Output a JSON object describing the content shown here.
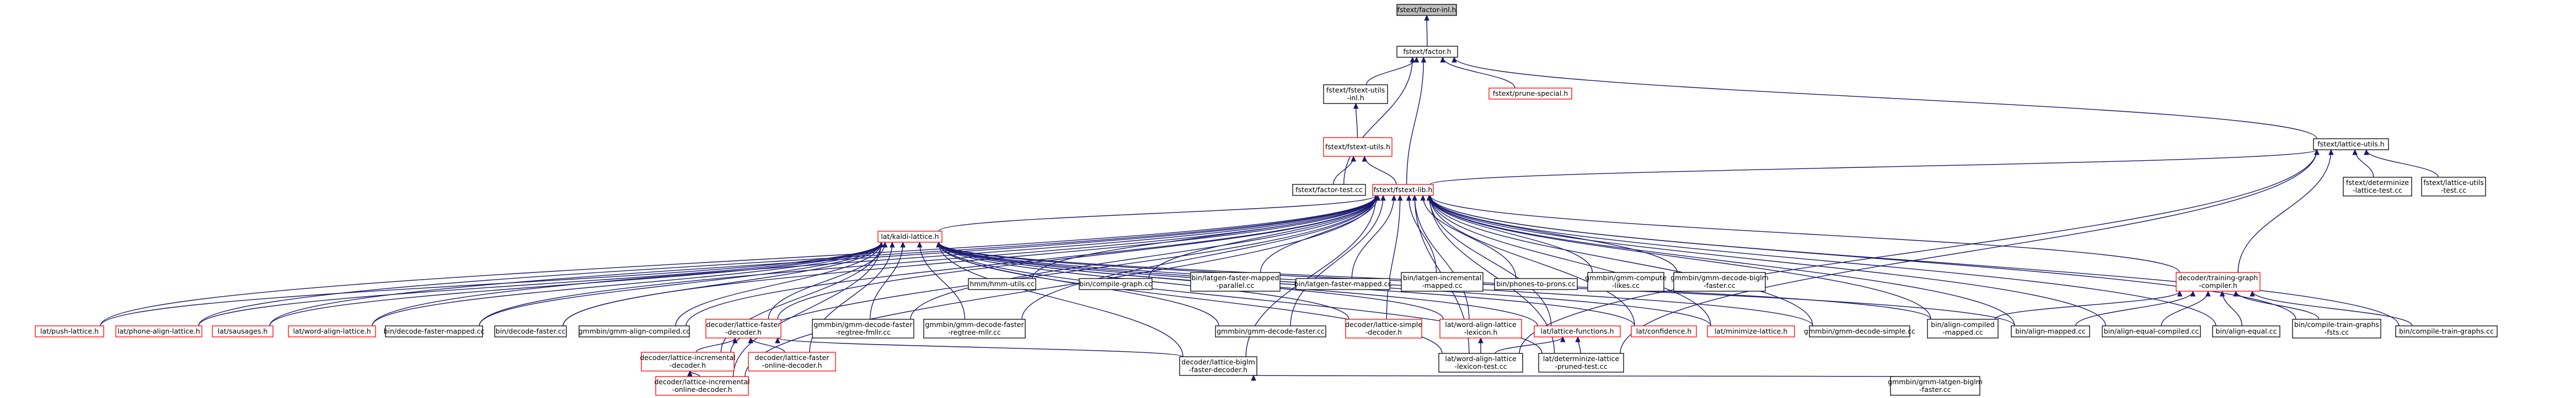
{
  "colors": {
    "edge": "#191970",
    "box_normal": "#000000",
    "box_highlight": "#ff0000",
    "fill_root": "#bfbfbf",
    "fill_default": "#ffffff"
  },
  "nodes": {
    "factor_inl_h": {
      "lines": [
        "fstext/factor-inl.h"
      ],
      "style": "root"
    },
    "factor_h": {
      "lines": [
        "fstext/factor.h"
      ],
      "style": "normal"
    },
    "fstext_utils_inl_h": {
      "lines": [
        "fstext/fstext-utils",
        "-inl.h"
      ],
      "style": "normal"
    },
    "prune_special_h": {
      "lines": [
        "fstext/prune-special.h"
      ],
      "style": "red"
    },
    "fstext_utils_h": {
      "lines": [
        "fstext/fstext-utils.h"
      ],
      "style": "red"
    },
    "factor_test_cc": {
      "lines": [
        "fstext/factor-test.cc"
      ],
      "style": "normal"
    },
    "fstext_lib_h": {
      "lines": [
        "fstext/fstext-lib.h"
      ],
      "style": "red"
    },
    "lattice_utils_h": {
      "lines": [
        "fstext/lattice-utils.h"
      ],
      "style": "normal"
    },
    "determinize_lattice_test_cc": {
      "lines": [
        "fstext/determinize",
        "-lattice-test.cc"
      ],
      "style": "normal"
    },
    "lattice_utils_test_cc": {
      "lines": [
        "fstext/lattice-utils",
        "-test.cc"
      ],
      "style": "normal"
    },
    "kaldi_lattice_h": {
      "lines": [
        "lat/kaldi-lattice.h"
      ],
      "style": "red"
    },
    "hmm_utils_cc": {
      "lines": [
        "hmm/hmm-utils.cc"
      ],
      "style": "normal"
    },
    "compile_graph_cc": {
      "lines": [
        "bin/compile-graph.cc"
      ],
      "style": "normal"
    },
    "latgen_faster_mapped_parallel_cc": {
      "lines": [
        "bin/latgen-faster-mapped",
        "-parallel.cc"
      ],
      "style": "normal"
    },
    "latgen_faster_mapped_cc": {
      "lines": [
        "bin/latgen-faster-mapped.cc"
      ],
      "style": "normal"
    },
    "latgen_incremental_mapped_cc": {
      "lines": [
        "bin/latgen-incremental",
        "-mapped.cc"
      ],
      "style": "normal"
    },
    "phones_to_prons_cc": {
      "lines": [
        "bin/phones-to-prons.cc"
      ],
      "style": "normal"
    },
    "gmm_compute_likes_cc": {
      "lines": [
        "gmmbin/gmm-compute",
        "-likes.cc"
      ],
      "style": "normal"
    },
    "gmm_decode_biglm_faster_cc": {
      "lines": [
        "gmmbin/gmm-decode-biglm",
        "-faster.cc"
      ],
      "style": "normal"
    },
    "training_graph_compiler_h": {
      "lines": [
        "decoder/training-graph",
        "-compiler.h"
      ],
      "style": "red"
    },
    "push_lattice_h": {
      "lines": [
        "lat/push-lattice.h"
      ],
      "style": "red"
    },
    "phone_align_lattice_h": {
      "lines": [
        "lat/phone-align-lattice.h"
      ],
      "style": "red"
    },
    "sausages_h": {
      "lines": [
        "lat/sausages.h"
      ],
      "style": "red"
    },
    "word_align_lattice_h": {
      "lines": [
        "lat/word-align-lattice.h"
      ],
      "style": "red"
    },
    "decode_faster_mapped_cc": {
      "lines": [
        "bin/decode-faster-mapped.cc"
      ],
      "style": "normal"
    },
    "decode_faster_cc": {
      "lines": [
        "bin/decode-faster.cc"
      ],
      "style": "normal"
    },
    "gmm_align_compiled_cc": {
      "lines": [
        "gmmbin/gmm-align-compiled.cc"
      ],
      "style": "normal"
    },
    "lattice_faster_decoder_h": {
      "lines": [
        "decoder/lattice-faster",
        "-decoder.h"
      ],
      "style": "red"
    },
    "gmm_decode_faster_regtree_fmllr_cc": {
      "lines": [
        "gmmbin/gmm-decode-faster",
        "-regtree-fmllr.cc"
      ],
      "style": "normal"
    },
    "gmm_decode_faster_regtree_mllr_cc": {
      "lines": [
        "gmmbin/gmm-decode-faster",
        "-regtree-mllr.cc"
      ],
      "style": "normal"
    },
    "gmm_decode_faster_cc": {
      "lines": [
        "gmmbin/gmm-decode-faster.cc"
      ],
      "style": "normal"
    },
    "lattice_simple_decoder_h": {
      "lines": [
        "decoder/lattice-simple",
        "-decoder.h"
      ],
      "style": "red"
    },
    "word_align_lattice_lexicon_h": {
      "lines": [
        "lat/word-align-lattice",
        "-lexicon.h"
      ],
      "style": "red"
    },
    "lattice_functions_h": {
      "lines": [
        "lat/lattice-functions.h"
      ],
      "style": "red"
    },
    "confidence_h": {
      "lines": [
        "lat/confidence.h"
      ],
      "style": "red"
    },
    "minimize_lattice_h": {
      "lines": [
        "lat/minimize-lattice.h"
      ],
      "style": "red"
    },
    "gmm_decode_simple_cc": {
      "lines": [
        "gmmbin/gmm-decode-simple.cc"
      ],
      "style": "normal"
    },
    "align_compiled_mapped_cc": {
      "lines": [
        "bin/align-compiled",
        "-mapped.cc"
      ],
      "style": "normal"
    },
    "align_mapped_cc": {
      "lines": [
        "bin/align-mapped.cc"
      ],
      "style": "normal"
    },
    "align_equal_compiled_cc": {
      "lines": [
        "bin/align-equal-compiled.cc"
      ],
      "style": "normal"
    },
    "align_equal_cc": {
      "lines": [
        "bin/align-equal.cc"
      ],
      "style": "normal"
    },
    "compile_train_graphs_fsts_cc": {
      "lines": [
        "bin/compile-train-graphs",
        "-fsts.cc"
      ],
      "style": "normal"
    },
    "compile_train_graphs_cc": {
      "lines": [
        "bin/compile-train-graphs.cc"
      ],
      "style": "normal"
    },
    "lattice_incremental_decoder_h": {
      "lines": [
        "decoder/lattice-incremental",
        "-decoder.h"
      ],
      "style": "red"
    },
    "lattice_faster_online_decoder_h": {
      "lines": [
        "decoder/lattice-faster",
        "-online-decoder.h"
      ],
      "style": "red"
    },
    "lattice_biglm_faster_decoder_h": {
      "lines": [
        "decoder/lattice-biglm",
        "-faster-decoder.h"
      ],
      "style": "normal"
    },
    "word_align_lattice_lexicon_test_cc": {
      "lines": [
        "lat/word-align-lattice",
        "-lexicon-test.cc"
      ],
      "style": "normal"
    },
    "determinize_lattice_pruned_test_cc": {
      "lines": [
        "lat/determinize-lattice",
        "-pruned-test.cc"
      ],
      "style": "normal"
    },
    "lattice_incremental_online_decoder_h": {
      "lines": [
        "decoder/lattice-incremental",
        "-online-decoder.h"
      ],
      "style": "red"
    },
    "gmm_latgen_biglm_faster_cc": {
      "lines": [
        "gmmbin/gmm-latgen-biglm",
        "-faster.cc"
      ],
      "style": "normal"
    }
  },
  "edges": [
    [
      "factor_h",
      "factor_inl_h"
    ],
    [
      "fstext_utils_inl_h",
      "factor_h"
    ],
    [
      "prune_special_h",
      "factor_h"
    ],
    [
      "factor_test_cc",
      "factor_h"
    ],
    [
      "fstext_lib_h",
      "factor_h"
    ],
    [
      "lattice_utils_h",
      "factor_h"
    ],
    [
      "fstext_utils_h",
      "fstext_utils_inl_h"
    ],
    [
      "fstext_lib_h",
      "fstext_utils_h"
    ],
    [
      "factor_test_cc",
      "fstext_utils_h"
    ],
    [
      "fstext_lib_h",
      "lattice_utils_h"
    ],
    [
      "determinize_lattice_test_cc",
      "lattice_utils_h"
    ],
    [
      "lattice_utils_test_cc",
      "lattice_utils_h"
    ],
    [
      "kaldi_lattice_h",
      "fstext_lib_h"
    ],
    [
      "hmm_utils_cc",
      "fstext_lib_h"
    ],
    [
      "compile_graph_cc",
      "fstext_lib_h"
    ],
    [
      "latgen_faster_mapped_parallel_cc",
      "fstext_lib_h"
    ],
    [
      "latgen_faster_mapped_cc",
      "fstext_lib_h"
    ],
    [
      "latgen_incremental_mapped_cc",
      "fstext_lib_h"
    ],
    [
      "phones_to_prons_cc",
      "fstext_lib_h"
    ],
    [
      "gmm_compute_likes_cc",
      "fstext_lib_h"
    ],
    [
      "gmm_decode_biglm_faster_cc",
      "fstext_lib_h"
    ],
    [
      "training_graph_compiler_h",
      "fstext_lib_h"
    ],
    [
      "push_lattice_h",
      "fstext_lib_h"
    ],
    [
      "phone_align_lattice_h",
      "fstext_lib_h"
    ],
    [
      "sausages_h",
      "fstext_lib_h"
    ],
    [
      "word_align_lattice_h",
      "fstext_lib_h"
    ],
    [
      "decode_faster_mapped_cc",
      "fstext_lib_h"
    ],
    [
      "decode_faster_cc",
      "fstext_lib_h"
    ],
    [
      "gmm_align_compiled_cc",
      "fstext_lib_h"
    ],
    [
      "lattice_faster_decoder_h",
      "fstext_lib_h"
    ],
    [
      "gmm_decode_faster_regtree_fmllr_cc",
      "fstext_lib_h"
    ],
    [
      "gmm_decode_faster_regtree_mllr_cc",
      "fstext_lib_h"
    ],
    [
      "gmm_decode_faster_cc",
      "fstext_lib_h"
    ],
    [
      "lattice_simple_decoder_h",
      "fstext_lib_h"
    ],
    [
      "word_align_lattice_lexicon_h",
      "fstext_lib_h"
    ],
    [
      "lattice_functions_h",
      "fstext_lib_h"
    ],
    [
      "confidence_h",
      "fstext_lib_h"
    ],
    [
      "minimize_lattice_h",
      "fstext_lib_h"
    ],
    [
      "gmm_decode_simple_cc",
      "fstext_lib_h"
    ],
    [
      "align_compiled_mapped_cc",
      "fstext_lib_h"
    ],
    [
      "align_mapped_cc",
      "fstext_lib_h"
    ],
    [
      "align_equal_compiled_cc",
      "fstext_lib_h"
    ],
    [
      "align_equal_cc",
      "fstext_lib_h"
    ],
    [
      "compile_train_graphs_fsts_cc",
      "fstext_lib_h"
    ],
    [
      "compile_train_graphs_cc",
      "fstext_lib_h"
    ],
    [
      "lattice_incremental_decoder_h",
      "fstext_lib_h"
    ],
    [
      "lattice_biglm_faster_decoder_h",
      "fstext_lib_h"
    ],
    [
      "word_align_lattice_lexicon_test_cc",
      "fstext_lib_h"
    ],
    [
      "determinize_lattice_pruned_test_cc",
      "fstext_lib_h"
    ],
    [
      "lattice_incremental_online_decoder_h",
      "fstext_lib_h"
    ],
    [
      "training_graph_compiler_h",
      "lattice_utils_h"
    ],
    [
      "word_align_lattice_lexicon_test_cc",
      "lattice_utils_h"
    ],
    [
      "determinize_lattice_pruned_test_cc",
      "lattice_utils_h"
    ],
    [
      "push_lattice_h",
      "kaldi_lattice_h"
    ],
    [
      "phone_align_lattice_h",
      "kaldi_lattice_h"
    ],
    [
      "sausages_h",
      "kaldi_lattice_h"
    ],
    [
      "word_align_lattice_h",
      "kaldi_lattice_h"
    ],
    [
      "decode_faster_mapped_cc",
      "kaldi_lattice_h"
    ],
    [
      "decode_faster_cc",
      "kaldi_lattice_h"
    ],
    [
      "gmm_align_compiled_cc",
      "kaldi_lattice_h"
    ],
    [
      "lattice_faster_decoder_h",
      "kaldi_lattice_h"
    ],
    [
      "gmm_decode_faster_regtree_fmllr_cc",
      "kaldi_lattice_h"
    ],
    [
      "gmm_decode_faster_regtree_mllr_cc",
      "kaldi_lattice_h"
    ],
    [
      "gmm_decode_faster_cc",
      "kaldi_lattice_h"
    ],
    [
      "lattice_simple_decoder_h",
      "kaldi_lattice_h"
    ],
    [
      "word_align_lattice_lexicon_h",
      "kaldi_lattice_h"
    ],
    [
      "lattice_functions_h",
      "kaldi_lattice_h"
    ],
    [
      "confidence_h",
      "kaldi_lattice_h"
    ],
    [
      "minimize_lattice_h",
      "kaldi_lattice_h"
    ],
    [
      "gmm_decode_simple_cc",
      "kaldi_lattice_h"
    ],
    [
      "align_compiled_mapped_cc",
      "kaldi_lattice_h"
    ],
    [
      "align_mapped_cc",
      "kaldi_lattice_h"
    ],
    [
      "lattice_incremental_decoder_h",
      "kaldi_lattice_h"
    ],
    [
      "lattice_faster_online_decoder_h",
      "kaldi_lattice_h"
    ],
    [
      "lattice_biglm_faster_decoder_h",
      "kaldi_lattice_h"
    ],
    [
      "word_align_lattice_lexicon_test_cc",
      "kaldi_lattice_h"
    ],
    [
      "determinize_lattice_pruned_test_cc",
      "kaldi_lattice_h"
    ],
    [
      "lattice_incremental_online_decoder_h",
      "kaldi_lattice_h"
    ],
    [
      "lattice_incremental_decoder_h",
      "lattice_faster_decoder_h"
    ],
    [
      "lattice_faster_online_decoder_h",
      "lattice_faster_decoder_h"
    ],
    [
      "lattice_biglm_faster_decoder_h",
      "lattice_faster_decoder_h"
    ],
    [
      "lattice_incremental_online_decoder_h",
      "lattice_incremental_decoder_h"
    ],
    [
      "gmm_latgen_biglm_faster_cc",
      "lattice_biglm_faster_decoder_h"
    ],
    [
      "word_align_lattice_lexicon_test_cc",
      "word_align_lattice_lexicon_h"
    ],
    [
      "word_align_lattice_lexicon_test_cc",
      "lattice_functions_h"
    ],
    [
      "determinize_lattice_pruned_test_cc",
      "lattice_functions_h"
    ],
    [
      "align_compiled_mapped_cc",
      "training_graph_compiler_h"
    ],
    [
      "align_mapped_cc",
      "training_graph_compiler_h"
    ],
    [
      "align_equal_compiled_cc",
      "training_graph_compiler_h"
    ],
    [
      "align_equal_cc",
      "training_graph_compiler_h"
    ],
    [
      "compile_train_graphs_fsts_cc",
      "training_graph_compiler_h"
    ],
    [
      "compile_train_graphs_cc",
      "training_graph_compiler_h"
    ]
  ]
}
